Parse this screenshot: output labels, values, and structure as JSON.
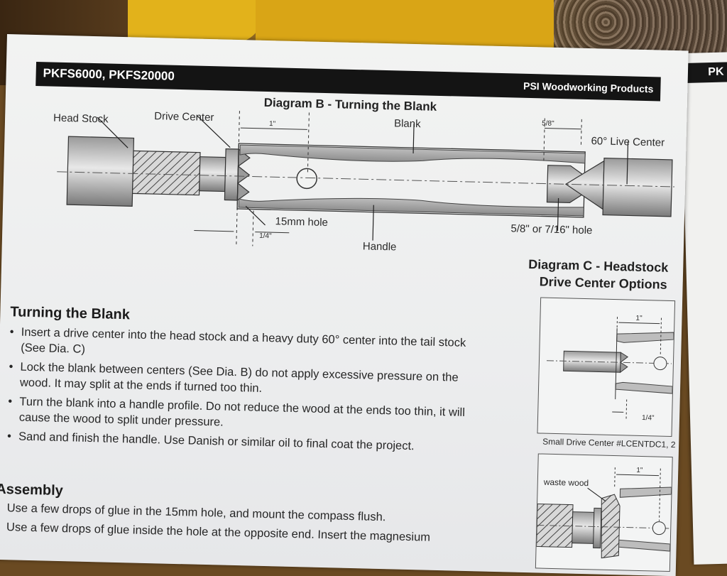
{
  "header": {
    "left": "PKFS6000, PKFS20000",
    "right": "PSI Woodworking Products",
    "side_page_letters": "PK"
  },
  "diagram_b": {
    "title": "Diagram B  - Turning the Blank",
    "labels": {
      "head_stock": "Head Stock",
      "drive_center": "Drive Center",
      "blank": "Blank",
      "live_center": "60° Live Center",
      "hole_15mm": "15mm hole",
      "handle": "Handle",
      "hole_tail": "5/8\" or 7/16\" hole"
    },
    "dims": {
      "one_inch": "1\"",
      "five_eighths": "5/8\"",
      "quarter": "1/4\""
    }
  },
  "diagram_c": {
    "title_line1": "Diagram C - Headstock",
    "title_line2": "Drive Center Options",
    "caption_small": "Small Drive Center #LCENTDC1, 2",
    "waste_wood": "waste wood",
    "dim_one_inch": "1\"",
    "dim_quarter": "1/4\""
  },
  "turning": {
    "heading": "Turning the Blank",
    "bullets": [
      "Insert a drive center into the head stock and a heavy duty 60° center into the tail stock (See Dia. C)",
      "Lock the blank between centers (See Dia. B) do not apply excessive pressure on the wood. It may split at the ends if turned too thin.",
      "Turn the blank into a handle profile. Do not reduce the wood at the ends too thin, it will cause the wood to split under pressure.",
      "Sand and finish the handle. Use Danish or similar oil to final coat the project."
    ]
  },
  "assembly": {
    "heading": "Assembly",
    "bullets": [
      "Use a few drops of glue in the 15mm hole, and mount the compass flush.",
      "Use a few drops of glue inside the hole at the opposite end. Insert the magnesium"
    ]
  }
}
